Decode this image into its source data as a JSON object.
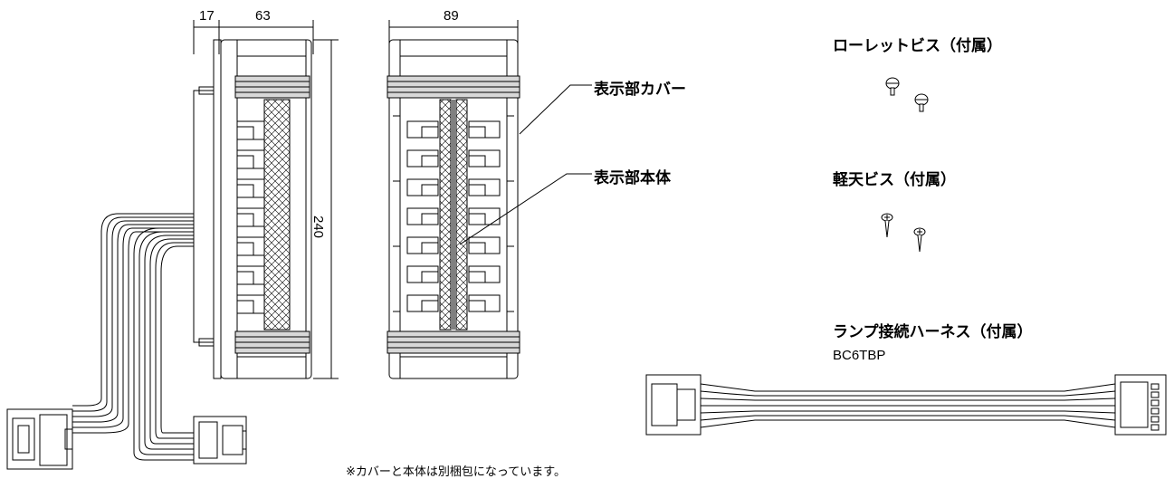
{
  "dimensions": {
    "depth": "17",
    "width_side": "63",
    "width_front": "89",
    "height": "240"
  },
  "labels": {
    "display_cover": "表示部カバー",
    "display_body": "表示部本体",
    "knurled_screw": "ローレットビス（付属）",
    "light_screw": "軽天ビス（付属）",
    "harness": "ランプ接続ハーネス（付属）",
    "harness_code": "BC6TBP"
  },
  "note": "※カバーと本体は別梱包になっています。"
}
